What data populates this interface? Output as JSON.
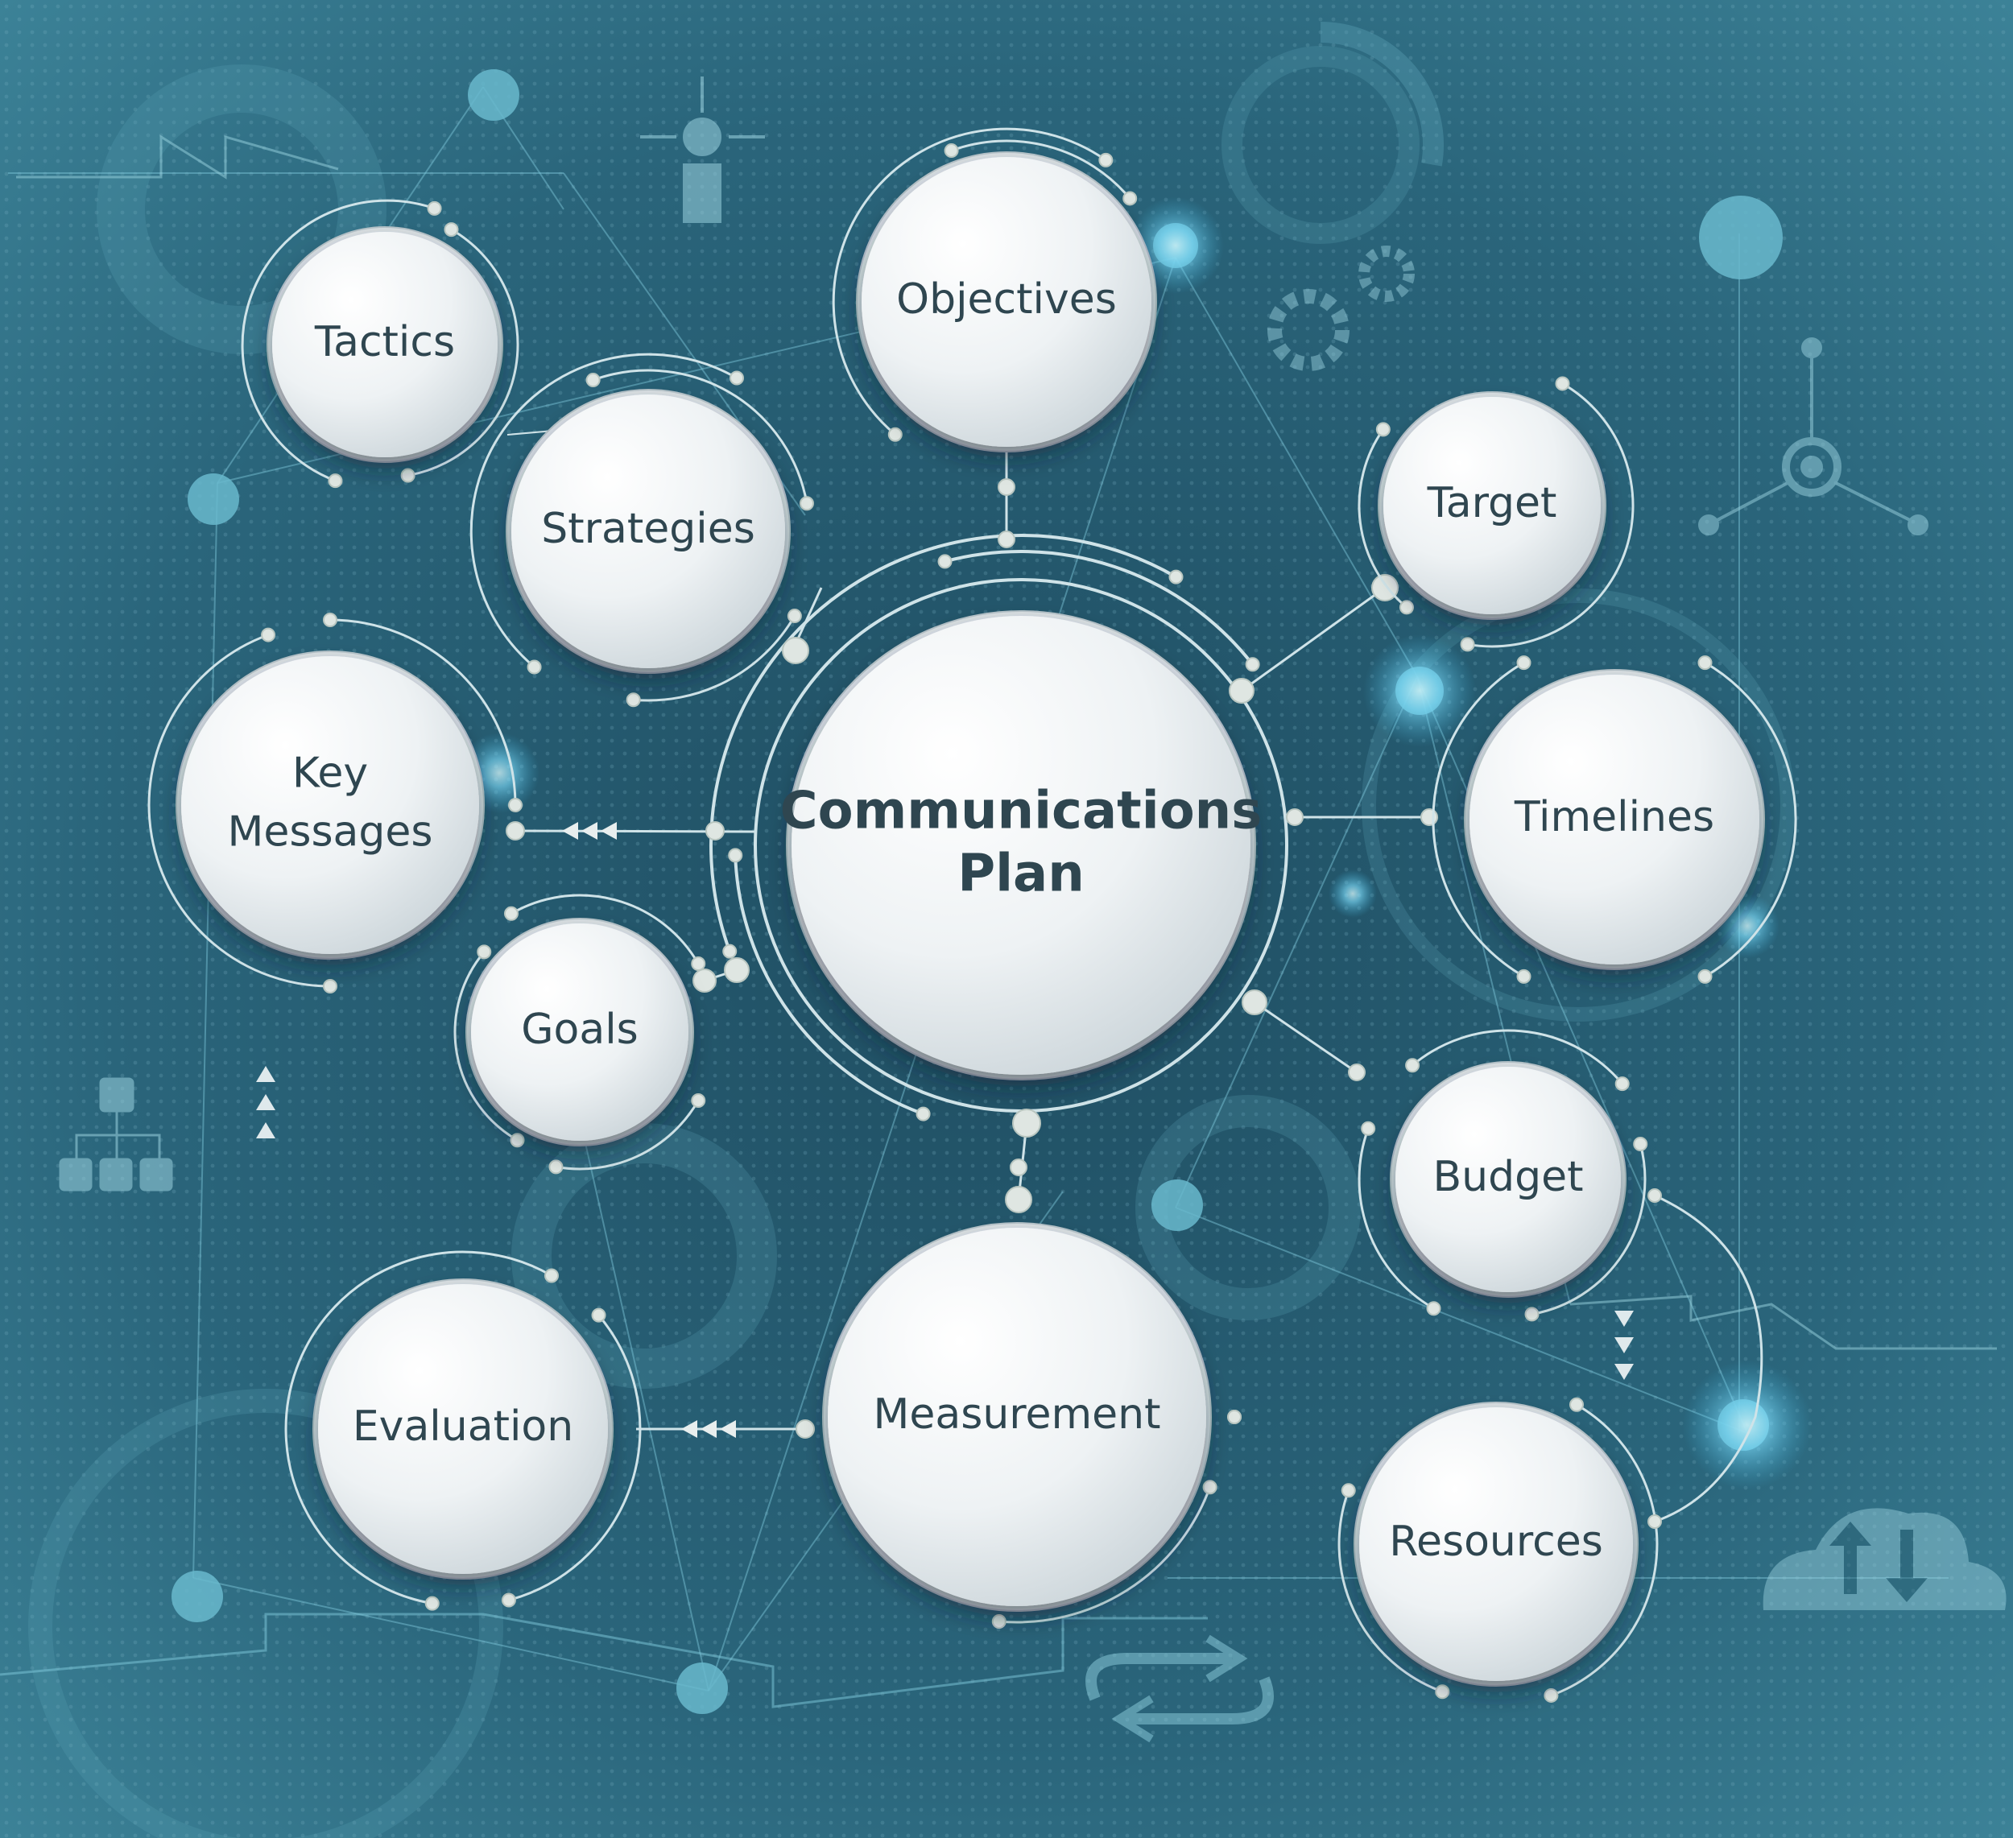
{
  "colors": {
    "background_dark": "#1c4a5e",
    "background_light": "#3d8399",
    "line": "#cfe3e8",
    "glow": "#8fe6ff",
    "node_fill": "#eef2f4",
    "node_text": "#2f4650"
  },
  "center": {
    "lines": [
      "Communications",
      "Plan"
    ]
  },
  "nodes": [
    {
      "id": "tactics",
      "lines": [
        "Tactics"
      ]
    },
    {
      "id": "objectives",
      "lines": [
        "Objectives"
      ]
    },
    {
      "id": "strategies",
      "lines": [
        "Strategies"
      ]
    },
    {
      "id": "target",
      "lines": [
        "Target"
      ]
    },
    {
      "id": "key-messages",
      "lines": [
        "Key",
        "Messages"
      ]
    },
    {
      "id": "timelines",
      "lines": [
        "Timelines"
      ]
    },
    {
      "id": "goals",
      "lines": [
        "Goals"
      ]
    },
    {
      "id": "budget",
      "lines": [
        "Budget"
      ]
    },
    {
      "id": "evaluation",
      "lines": [
        "Evaluation"
      ]
    },
    {
      "id": "measurement",
      "lines": [
        "Measurement"
      ]
    },
    {
      "id": "resources",
      "lines": [
        "Resources"
      ]
    }
  ],
  "decor_icons": [
    "person-arrows-icon",
    "gears-icon",
    "hierarchy-icon",
    "molecule-icon",
    "cloud-sync-icon",
    "recycle-arrows-icon"
  ]
}
